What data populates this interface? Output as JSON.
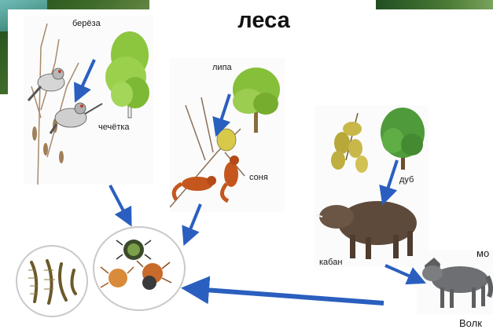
{
  "title": "леса",
  "labels": {
    "birch": "берёза",
    "redpoll": "чечётка",
    "linden": "липа",
    "dormouse": "соня",
    "oak": "дуб",
    "boar": "кабан",
    "wolf": "Волк",
    "cut_text": "мо"
  },
  "colors": {
    "arrow": "#2a5fbf",
    "birch_leaves": "#8cc63f",
    "linden_leaves": "#86bf3a",
    "oak_leaves": "#4f9a3a",
    "acorns": "#c8b84a",
    "boar": "#5e4a3b",
    "wolf": "#6d6f72",
    "dormouse": "#c4561e",
    "title": "#111111"
  }
}
